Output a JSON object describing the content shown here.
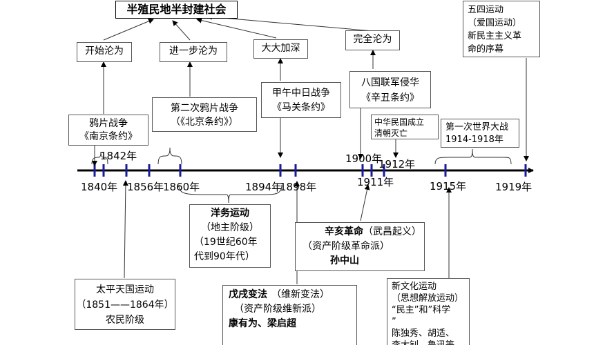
{
  "title": "半殖民地半封建社会",
  "levels": {
    "begin": "开始沦为",
    "further": "进一步沦为",
    "deepen": "大大加深",
    "complete": "完全沦为"
  },
  "events": {
    "opium_war": [
      "鸦片战争",
      "《南京条约》"
    ],
    "second_opium_war": [
      "第二次鸦片战争",
      "（《北京条约》）"
    ],
    "sino_japanese_war": [
      "甲午中日战争",
      "《马关条约》"
    ],
    "eight_nation": [
      "八国联军侵华",
      "《辛丑条约》"
    ],
    "roc_founded": [
      "中华民国成立",
      "清朝灭亡"
    ],
    "wwi": [
      "第一次世界大战",
      "1914-1918年"
    ],
    "may_fourth": [
      "五四运动",
      "（爱国运动）",
      "新民主主义革",
      "命的序幕"
    ],
    "westernization": {
      "name": "洋务运动",
      "lines": [
        "（地主阶级）",
        "（19世纪60年",
        "代到90年代）"
      ]
    },
    "xinhai": {
      "name": "辛亥革命",
      "sub": "（武昌起义）",
      "line2": "（资产阶级革命派）",
      "leader": "孙中山"
    },
    "taiping": [
      "太平天国运动",
      "（1851——1864年）",
      "农民阶级"
    ],
    "wuxu": {
      "name": "戊戌变法",
      "sub": "（维新变法）",
      "line2": "（资产阶级维新派）",
      "leaders": "康有为、梁启超"
    },
    "new_culture": [
      "新文化运动",
      "（思想解放运动）",
      "“民主”和”科学",
      "”",
      "陈独秀、胡适、",
      "李大钊、鲁迅等"
    ]
  },
  "years": {
    "y1840": "1840年",
    "y1842": "1842年",
    "y1856": "1856年",
    "y1860": "1860年",
    "y1894": "1894年",
    "y1898": "1898年",
    "y1900": "1900年",
    "y1911": "1911年",
    "y1912": "1912年",
    "y1915": "1915年",
    "y1919": "1919年"
  },
  "colors": {
    "axis": "#000000",
    "tick": "#1a1a9c",
    "border": "#555555",
    "text": "#000000"
  }
}
